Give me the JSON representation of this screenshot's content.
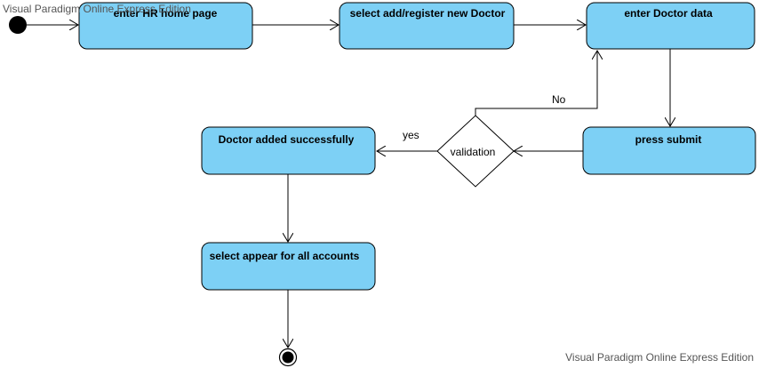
{
  "watermark": {
    "top": "Visual Paradigm Online Express Edition",
    "bottom": "Visual Paradigm Online Express Edition"
  },
  "actions": {
    "enter_hr_home": "enter HR home page",
    "select_add_doctor": "select add/register new Doctor",
    "enter_doctor_data": "enter Doctor data",
    "press_submit": "press submit",
    "doctor_added": "Doctor added successfully",
    "select_appear": "select appear for all accounts"
  },
  "decision": {
    "label": "validation",
    "yes_label": "yes",
    "no_label": "No"
  },
  "colors": {
    "action_fill": "#7dd0f5",
    "line": "#000000"
  }
}
